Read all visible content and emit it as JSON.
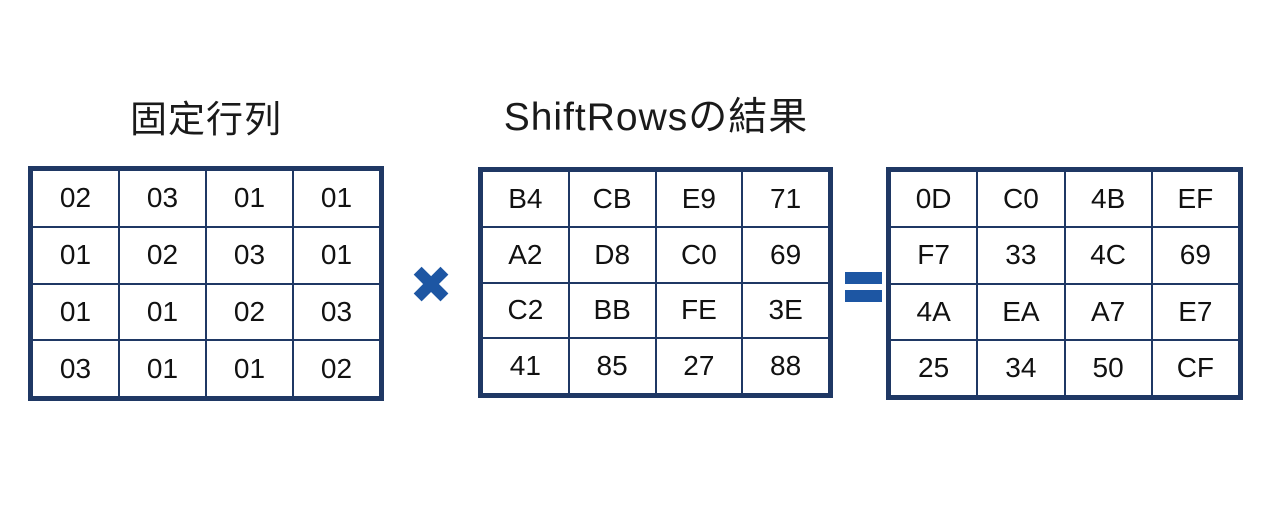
{
  "page": {
    "background": "#ffffff"
  },
  "colors": {
    "matrix_border": "#1f3864",
    "operator_blue": "#1d56a3",
    "cell_text": "#111111",
    "title_text": "#1a1a1a"
  },
  "operators": {
    "multiply": "✖",
    "equals": "="
  },
  "matrices": [
    {
      "name": "fixed-matrix",
      "title": "固定行列",
      "rows": [
        [
          "02",
          "03",
          "01",
          "01"
        ],
        [
          "01",
          "02",
          "03",
          "01"
        ],
        [
          "01",
          "01",
          "02",
          "03"
        ],
        [
          "03",
          "01",
          "01",
          "02"
        ]
      ]
    },
    {
      "name": "shiftrows-result-matrix",
      "title": "ShiftRowsの結果",
      "rows": [
        [
          "B4",
          "CB",
          "E9",
          "71"
        ],
        [
          "A2",
          "D8",
          "C0",
          "69"
        ],
        [
          "C2",
          "BB",
          "FE",
          "3E"
        ],
        [
          "41",
          "85",
          "27",
          "88"
        ]
      ]
    },
    {
      "name": "product-result-matrix",
      "title": "",
      "rows": [
        [
          "0D",
          "C0",
          "4B",
          "EF"
        ],
        [
          "F7",
          "33",
          "4C",
          "69"
        ],
        [
          "4A",
          "EA",
          "A7",
          "E7"
        ],
        [
          "25",
          "34",
          "50",
          "CF"
        ]
      ]
    }
  ]
}
